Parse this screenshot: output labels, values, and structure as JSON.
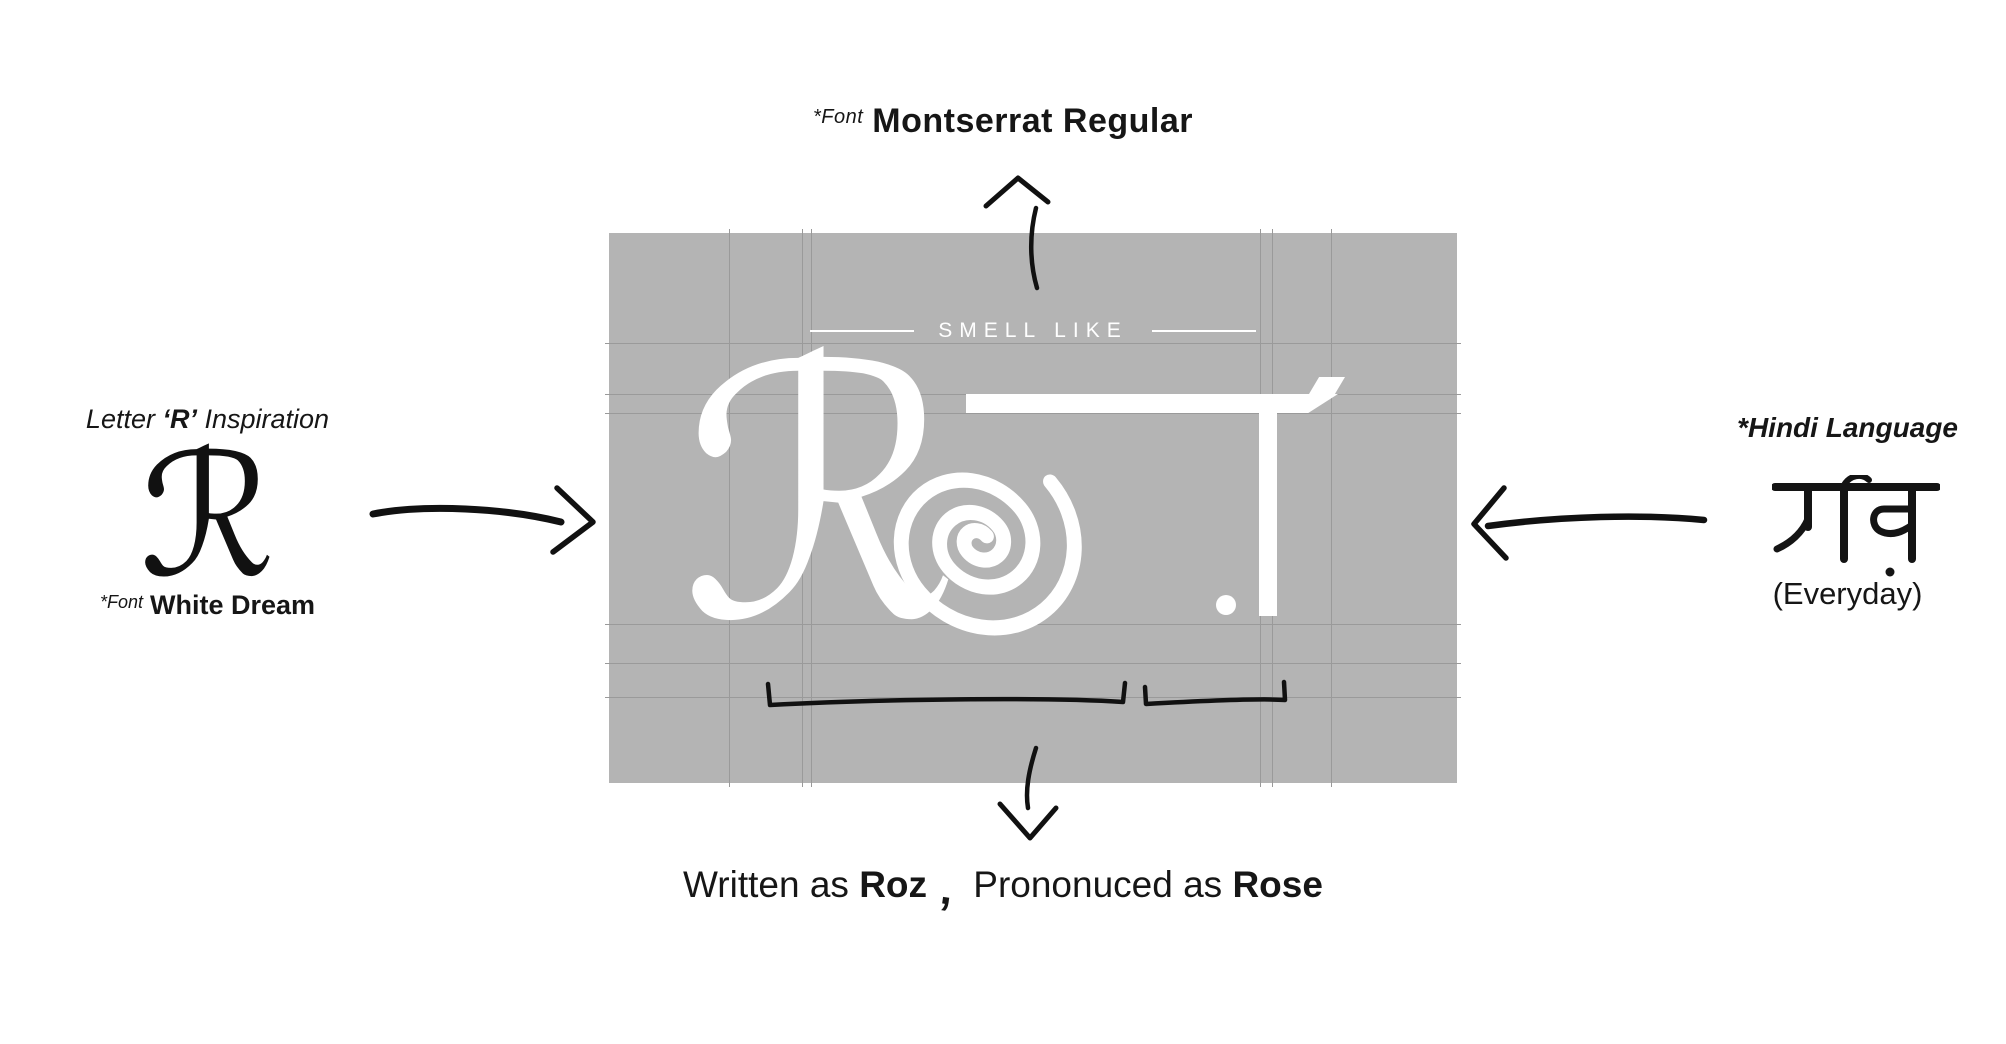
{
  "colors": {
    "panel_gray": "#b4b4b4",
    "grid_line": "#9a9a9a",
    "ink": "#161616",
    "logo_white": "#ffffff"
  },
  "logo": {
    "tagline": "SMELL LIKE",
    "wordmark": "Roz",
    "script_r": "ℛ"
  },
  "annotations": {
    "top": {
      "prefix": "*Font",
      "name": "Montserrat Regular"
    },
    "left": {
      "title_pre": "Letter ",
      "title_r": "‘R’",
      "title_post": " Inspiration",
      "letter": "ℛ",
      "font_prefix": "*Font",
      "font_name": "White Dream"
    },
    "right": {
      "title": "*Hindi Language",
      "word": "रोज़",
      "meaning": "(Everyday)"
    },
    "bottom": {
      "pre1": "Written as ",
      "word1": "Roz",
      "comma": ",",
      "pre2": "Prononuced as ",
      "word2": "Rose"
    }
  }
}
